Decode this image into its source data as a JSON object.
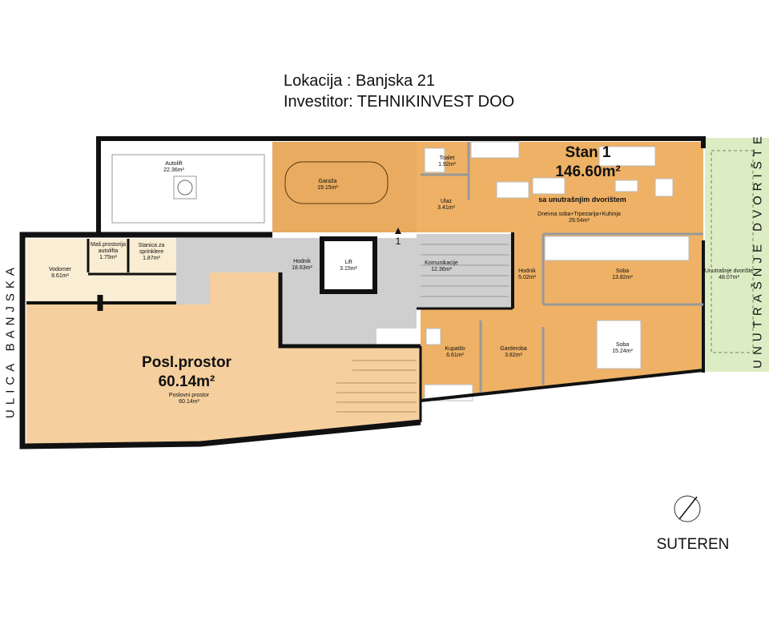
{
  "header": {
    "location": "Lokacija : Banjska 21",
    "investor": "Investitor: TEHNIKINVEST DOO"
  },
  "street_label": "ULICA BANJSKA",
  "courtyard_label": "UNUTRAŠNJE DVORIŠTE",
  "level_label": "SUTEREN",
  "entrance_marker": "1",
  "apartment": {
    "title": "Stan 1",
    "area": "146.60m²",
    "subtitle": "sa unutrašnjim dvorištem"
  },
  "business": {
    "title": "Posl.prostor",
    "area": "60.14m²",
    "name": "Poslovni prostor",
    "name_area": "60.14m²"
  },
  "rooms": [
    {
      "name": "Autolift",
      "area": "22.36m²"
    },
    {
      "name": "Garaža",
      "area": "19.15m²"
    },
    {
      "name": "Toalet",
      "area": "1.92m²"
    },
    {
      "name": "Ulaz",
      "area": "3.41m²"
    },
    {
      "name": "Dnevna soba+Trpezarija+Kuhinja",
      "area": "29.54m²"
    },
    {
      "name": "Vodomer",
      "area": "8.61m²"
    },
    {
      "name": "Maš.prostorija autolifta",
      "area": "1.75m²"
    },
    {
      "name": "Stanica za sprinklere",
      "area": "1.87m²"
    },
    {
      "name": "Hodnik",
      "area": "18.63m²"
    },
    {
      "name": "Lift",
      "area": "3.15m²"
    },
    {
      "name": "Komunikacije",
      "area": "12.36m²"
    },
    {
      "name": "Hodnik",
      "area": "5.02m²"
    },
    {
      "name": "Soba",
      "area": "13.82m²"
    },
    {
      "name": "Unutrašnje dvorište",
      "area": "48.07m²"
    },
    {
      "name": "Kupatilo",
      "area": "6.61m²"
    },
    {
      "name": "Garderoba",
      "area": "3.82m²"
    },
    {
      "name": "Soba",
      "area": "15.24m²"
    }
  ],
  "colors": {
    "apartment": "#eeb165",
    "business": "#f6cf9f",
    "utility": "#f9edd3",
    "corridor": "#cfcfcf",
    "courtyard": "#dcedc4",
    "wall": "#111111"
  }
}
